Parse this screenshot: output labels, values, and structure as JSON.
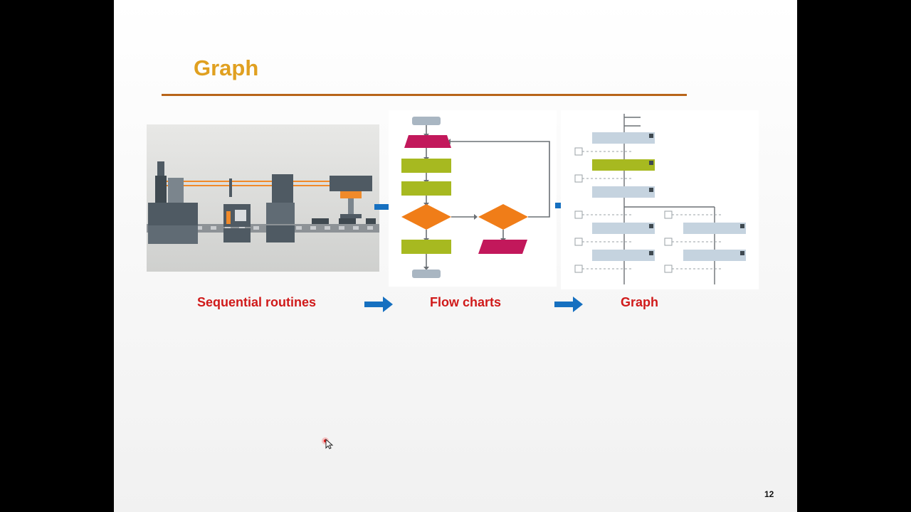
{
  "slide": {
    "title": "Graph",
    "captions": {
      "sequential": "Sequential routines",
      "flow": "Flow charts",
      "graph": "Graph"
    },
    "page_number": "12"
  },
  "colors": {
    "title": "#E0A020",
    "rule": "#B8651A",
    "caption": "#D01A1A",
    "arrow": "#1670C0",
    "flow_magenta": "#C2185B",
    "flow_green": "#A7B920",
    "flow_orange": "#F07D18",
    "step_blue": "#C5D3DF"
  },
  "icons": {
    "arrow": "right-arrow-icon",
    "cursor": "mouse-pointer-icon"
  }
}
